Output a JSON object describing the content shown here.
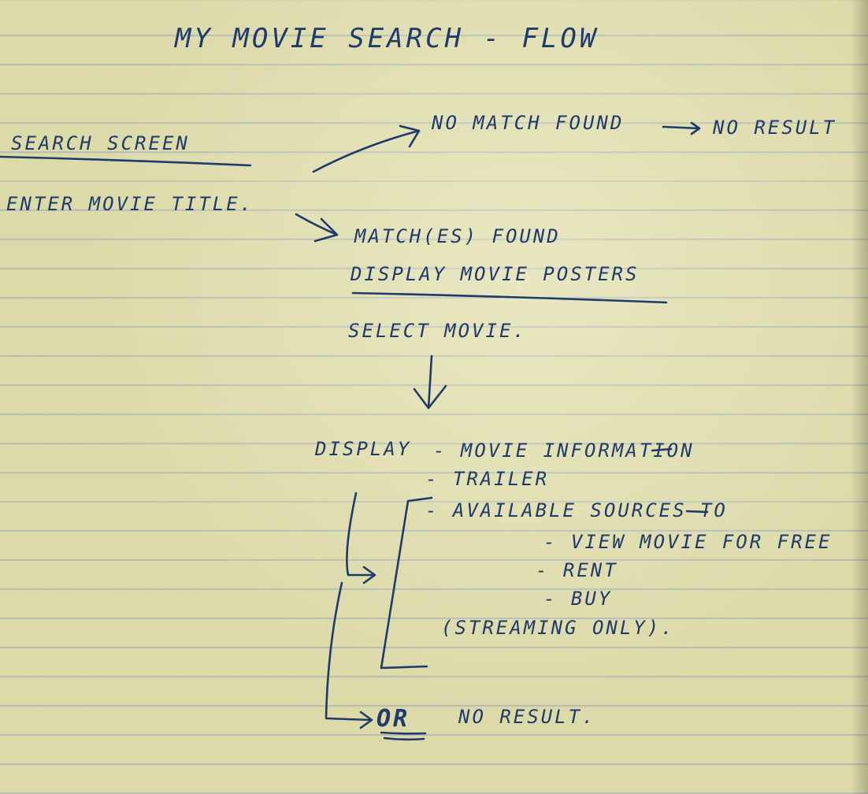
{
  "title": "My Movie Search - Flow",
  "search_screen": {
    "heading": "Search Screen",
    "action": "Enter Movie Title."
  },
  "no_match": {
    "label": "No Match Found",
    "result": "No Result"
  },
  "match": {
    "label": "Match(es) Found",
    "heading": "Display Movie Posters",
    "action": "Select Movie."
  },
  "display": {
    "label": "Display",
    "items": [
      "- Movie Information",
      "- Trailer",
      "- Available Sources to"
    ],
    "source_options": [
      "- View Movie for Free",
      "- Rent",
      "- Buy"
    ],
    "note": "(Streaming Only)."
  },
  "alternative": {
    "label": "OR",
    "result": "No Result."
  },
  "ink_color": "#1f3a6b",
  "paper_color": "#dcdaa9",
  "rule_color": "#96a5b9"
}
